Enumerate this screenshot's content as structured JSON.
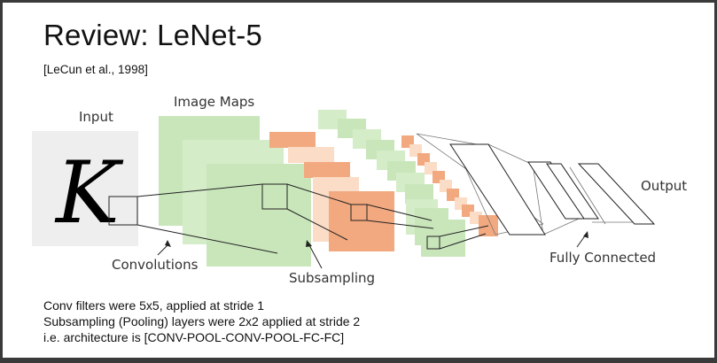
{
  "slide": {
    "title": "Review: LeNet-5",
    "citation": "[LeCun et al., 1998]"
  },
  "diagram": {
    "input_label": "Input",
    "input_glyph": "K",
    "image_maps_label": "Image Maps",
    "convolutions_label": "Convolutions",
    "subsampling_label": "Subsampling",
    "fully_connected_label": "Fully Connected",
    "output_label": "Output",
    "colors": {
      "feature_map": "#c9e6bb",
      "pooled_map": "#f2a980",
      "input_bg": "#eeeeee"
    }
  },
  "notes": [
    "Conv filters were 5x5, applied at stride 1",
    "Subsampling (Pooling) layers were 2x2 applied at stride 2",
    "i.e. architecture is [CONV-POOL-CONV-POOL-FC-FC]"
  ]
}
